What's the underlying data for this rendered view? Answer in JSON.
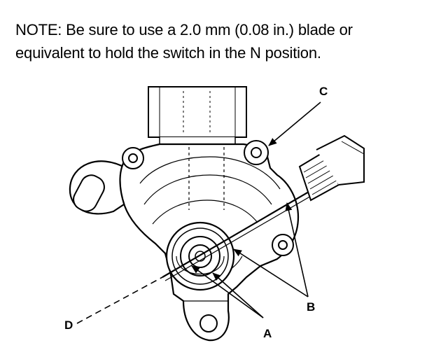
{
  "note": {
    "line1": "NOTE: Be sure to use a 2.0 mm (0.08 in.) blade or",
    "line2": "equivalent to hold the switch in the N position."
  },
  "callouts": {
    "a": "A",
    "b": "B",
    "c": "C",
    "d": "D"
  },
  "colors": {
    "ink": "#000000",
    "paper": "#ffffff"
  }
}
